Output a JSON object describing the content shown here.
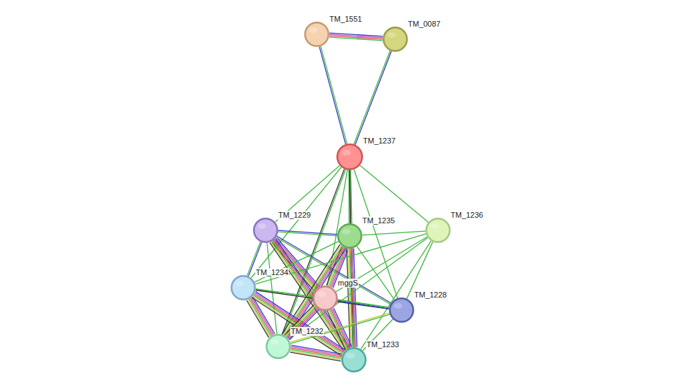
{
  "diagram": {
    "nodes": [
      {
        "text": [
          "TM_1551"
        ]
      },
      {
        "text": [
          "TM_0087"
        ]
      },
      {
        "text": [
          "TM_1237"
        ]
      },
      {
        "text": [
          "TM_1229"
        ]
      },
      {
        "text": [
          "TM_1235"
        ]
      },
      {
        "text": [
          "TM_1236"
        ]
      },
      {
        "text": [
          "TM_1234"
        ]
      },
      {
        "text": [
          "mggS"
        ]
      },
      {
        "text": [
          "TM_1228"
        ]
      },
      {
        "text": [
          "TM_1232"
        ]
      },
      {
        "text": [
          "TM_1233"
        ]
      }
    ],
    "edges": [
      {
        "from": 0,
        "to": 1,
        "arrow": "none"
      },
      {
        "from": 0,
        "to": 2,
        "arrow": "none"
      },
      {
        "from": 1,
        "to": 2,
        "arrow": "none"
      },
      {
        "from": 2,
        "to": 3,
        "arrow": "none"
      },
      {
        "from": 2,
        "to": 4,
        "arrow": "none"
      },
      {
        "from": 2,
        "to": 5,
        "arrow": "none"
      },
      {
        "from": 2,
        "to": 6,
        "arrow": "none"
      },
      {
        "from": 2,
        "to": 7,
        "arrow": "none"
      },
      {
        "from": 2,
        "to": 8,
        "arrow": "none"
      },
      {
        "from": 2,
        "to": 9,
        "arrow": "none"
      },
      {
        "from": 2,
        "to": 10,
        "arrow": "none"
      },
      {
        "from": 3,
        "to": 4,
        "arrow": "none"
      },
      {
        "from": 3,
        "to": 6,
        "arrow": "none"
      },
      {
        "from": 3,
        "to": 7,
        "arrow": "none"
      },
      {
        "from": 3,
        "to": 8,
        "arrow": "none"
      },
      {
        "from": 3,
        "to": 9,
        "arrow": "none"
      },
      {
        "from": 3,
        "to": 10,
        "arrow": "none"
      },
      {
        "from": 4,
        "to": 5,
        "arrow": "none"
      },
      {
        "from": 4,
        "to": 6,
        "arrow": "none"
      },
      {
        "from": 4,
        "to": 7,
        "arrow": "none"
      },
      {
        "from": 4,
        "to": 8,
        "arrow": "none"
      },
      {
        "from": 4,
        "to": 9,
        "arrow": "none"
      },
      {
        "from": 4,
        "to": 10,
        "arrow": "none"
      },
      {
        "from": 5,
        "to": 6,
        "arrow": "none"
      },
      {
        "from": 5,
        "to": 7,
        "arrow": "none"
      },
      {
        "from": 5,
        "to": 8,
        "arrow": "none"
      },
      {
        "from": 5,
        "to": 9,
        "arrow": "none"
      },
      {
        "from": 5,
        "to": 10,
        "arrow": "none"
      },
      {
        "from": 6,
        "to": 7,
        "arrow": "none"
      },
      {
        "from": 6,
        "to": 8,
        "arrow": "none"
      },
      {
        "from": 6,
        "to": 9,
        "arrow": "none"
      },
      {
        "from": 6,
        "to": 10,
        "arrow": "none"
      },
      {
        "from": 7,
        "to": 8,
        "arrow": "none"
      },
      {
        "from": 7,
        "to": 9,
        "arrow": "none"
      },
      {
        "from": 7,
        "to": 10,
        "arrow": "none"
      },
      {
        "from": 8,
        "to": 9,
        "arrow": "none"
      },
      {
        "from": 8,
        "to": 10,
        "arrow": "none"
      },
      {
        "from": 9,
        "to": 10,
        "arrow": "none"
      }
    ]
  }
}
